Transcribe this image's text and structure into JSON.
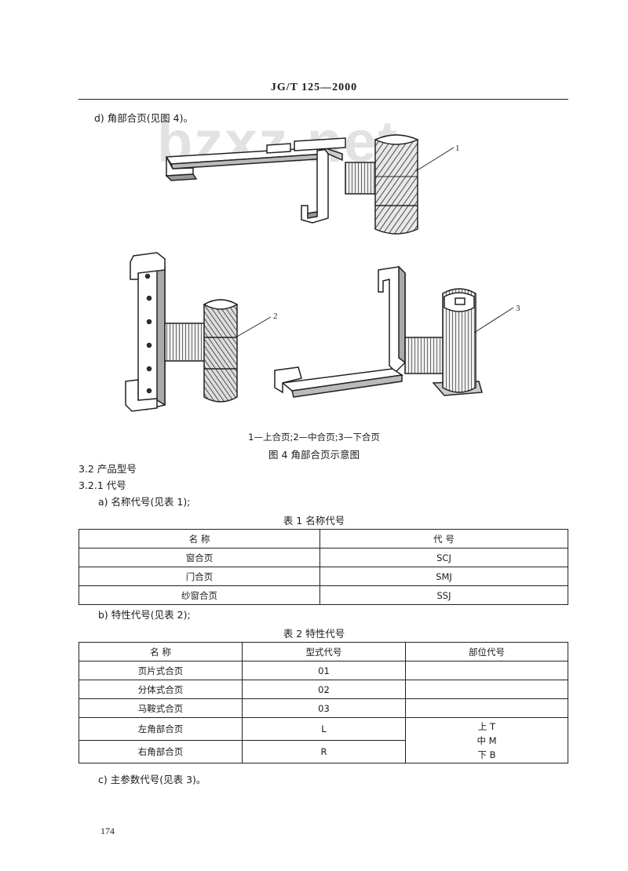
{
  "header": {
    "code": "JG/T 125—2000"
  },
  "watermark": "bzxz.net",
  "section_d": "d) 角部合页(见图 4)。",
  "figure": {
    "callouts": [
      "1",
      "2",
      "3"
    ],
    "legend": "1—上合页;2—中合页;3—下合页",
    "title": "图 4   角部合页示意图"
  },
  "sec_3_2": "3.2   产品型号",
  "sec_3_2_1": "3.2.1   代号",
  "item_a": "a) 名称代号(见表 1);",
  "table1": {
    "title": "表 1   名称代号",
    "headers": [
      "名      称",
      "代      号"
    ],
    "rows": [
      [
        "窗合页",
        "SCJ"
      ],
      [
        "门合页",
        "SMJ"
      ],
      [
        "纱窗合页",
        "SSJ"
      ]
    ]
  },
  "item_b": "b) 特性代号(见表 2);",
  "table2": {
    "title": "表 2   特性代号",
    "headers": [
      "名      称",
      "型式代号",
      "部位代号"
    ],
    "rows": [
      [
        "页片式合页",
        "01"
      ],
      [
        "分体式合页",
        "02"
      ],
      [
        "马鞍式合页",
        "03"
      ],
      [
        "左角部合页",
        "L"
      ],
      [
        "右角部合页",
        "R"
      ]
    ],
    "position_codes": [
      "上 T",
      "中 M",
      "下 B"
    ]
  },
  "item_c": "c) 主参数代号(见表 3)。",
  "page_number": "174"
}
